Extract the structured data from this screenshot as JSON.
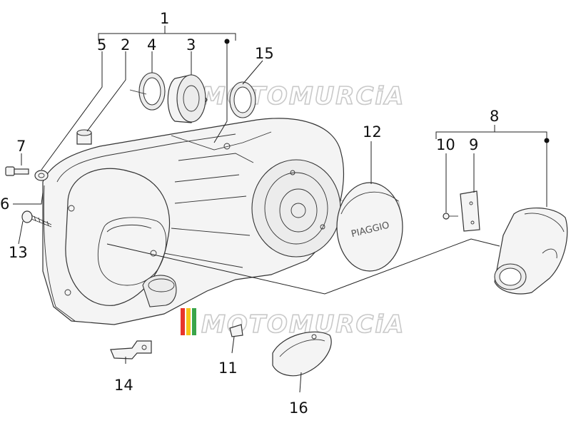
{
  "watermark": {
    "text": "MOTOMURCiA",
    "stripe_colors": [
      "#e8352b",
      "#f5c518",
      "#3aa54a"
    ]
  },
  "brand_mark": "PIAGGIO",
  "callouts": {
    "c1": "1",
    "c2": "2",
    "c3": "3",
    "c4": "4",
    "c5": "5",
    "c6": "6",
    "c7": "7",
    "c8": "8",
    "c9": "9",
    "c10": "10",
    "c11": "11",
    "c12": "12",
    "c13": "13",
    "c14": "14",
    "c15": "15",
    "c16": "16"
  }
}
